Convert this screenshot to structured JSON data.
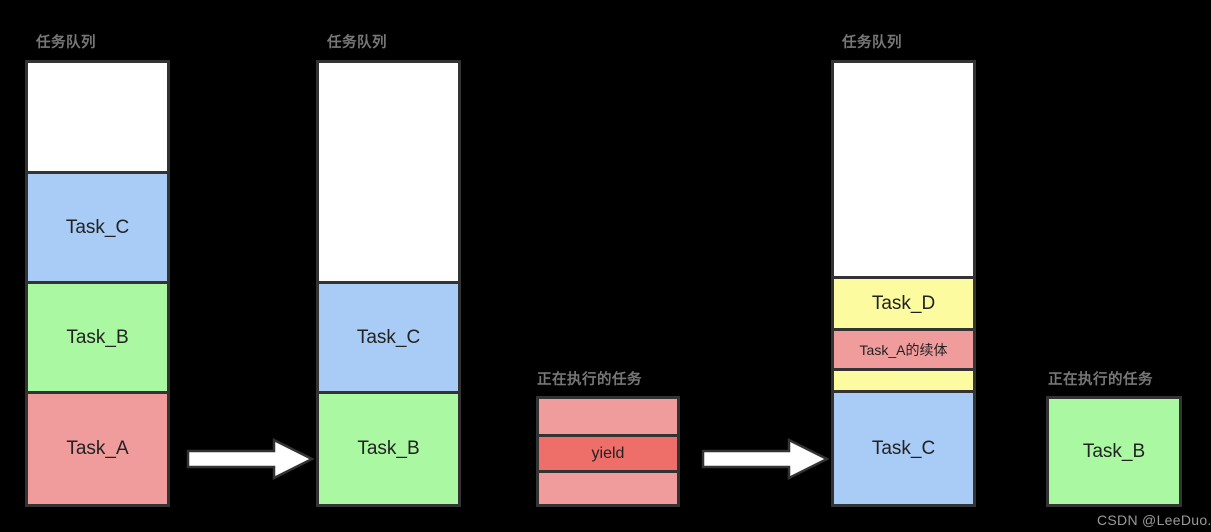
{
  "colors": {
    "background": "#000000",
    "border": "#333333",
    "blue": "#A9CCF6",
    "green": "#AAF8A2",
    "pink": "#F09C9C",
    "red": "#EE6E6A",
    "yellow": "#FDFBA0",
    "white": "#FFFFFF",
    "label_gray": "#777777",
    "text": "#222222",
    "arrow_fill": "#FFFFFF",
    "arrow_stroke": "#333333",
    "watermark": "#9A9A9A"
  },
  "labels": {
    "task_queue": "任务队列",
    "running_task": "正在执行的任务"
  },
  "columns": [
    {
      "id": "queue-1",
      "label": "任务队列",
      "cells": [
        {
          "name": "empty-slot",
          "text": "",
          "color": "#FFFFFF"
        },
        {
          "name": "task-c",
          "text": "Task_C",
          "color": "#A9CCF6"
        },
        {
          "name": "task-b",
          "text": "Task_B",
          "color": "#AAF8A2"
        },
        {
          "name": "task-a",
          "text": "Task_A",
          "color": "#F09C9C"
        }
      ]
    },
    {
      "id": "queue-2",
      "label": "任务队列",
      "cells": [
        {
          "name": "empty-slot",
          "text": "",
          "color": "#FFFFFF"
        },
        {
          "name": "task-c",
          "text": "Task_C",
          "color": "#A9CCF6"
        },
        {
          "name": "task-b",
          "text": "Task_B",
          "color": "#AAF8A2"
        }
      ]
    },
    {
      "id": "running-1",
      "label": "正在执行的任务",
      "cells": [
        {
          "name": "task-a-part-upper",
          "text": "",
          "color": "#F09C9C"
        },
        {
          "name": "yield-marker",
          "text": "yield",
          "color": "#EE6E6A"
        },
        {
          "name": "task-a-part-lower",
          "text": "",
          "color": "#F09C9C"
        }
      ]
    },
    {
      "id": "queue-3",
      "label": "任务队列",
      "cells": [
        {
          "name": "empty-slot",
          "text": "",
          "color": "#FFFFFF"
        },
        {
          "name": "task-d",
          "text": "Task_D",
          "color": "#FDFBA0"
        },
        {
          "name": "task-a-continuation",
          "text": "Task_A的续体",
          "color": "#F09C9C"
        },
        {
          "name": "task-d-remainder",
          "text": "",
          "color": "#FDFBA0"
        },
        {
          "name": "task-c",
          "text": "Task_C",
          "color": "#A9CCF6"
        }
      ]
    },
    {
      "id": "running-2",
      "label": "正在执行的任务",
      "cells": [
        {
          "name": "task-b",
          "text": "Task_B",
          "color": "#AAF8A2"
        }
      ]
    }
  ],
  "arrows": [
    {
      "name": "transition-arrow-1"
    },
    {
      "name": "transition-arrow-2"
    }
  ],
  "watermark": "CSDN @LeeDuo."
}
